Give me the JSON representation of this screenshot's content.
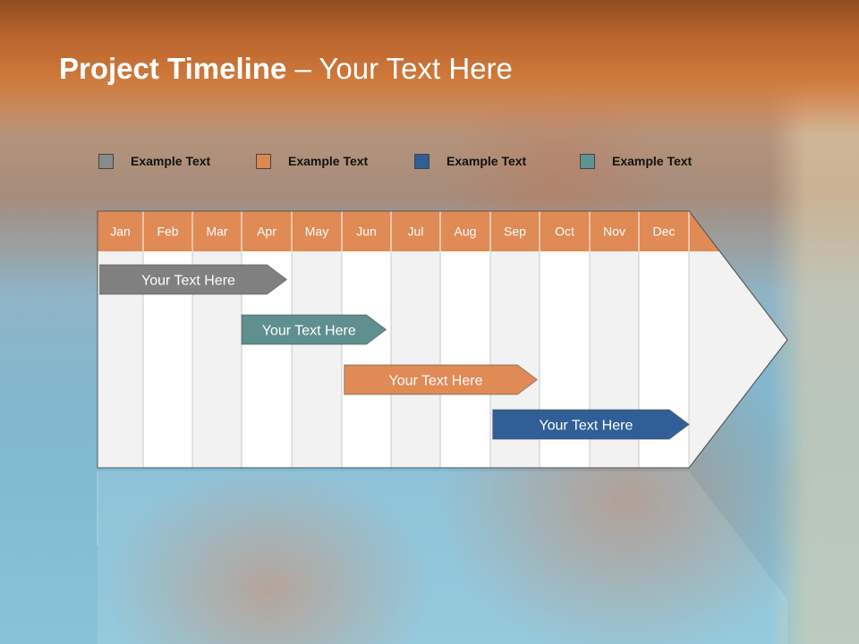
{
  "title": {
    "bold": "Project Timeline",
    "rest": " – Your Text Here"
  },
  "colors": {
    "header": "#c8702f",
    "month_band": "#e08a55",
    "gray": "#808080",
    "orange": "#e08a55",
    "blue": "#2f5f96",
    "teal": "#5f8f8f"
  },
  "legend": [
    {
      "label": "Example Text",
      "color": "#8a8a8a"
    },
    {
      "label": "Example Text",
      "color": "#e0864f"
    },
    {
      "label": "Example Text",
      "color": "#2f5f96"
    },
    {
      "label": "Example Text",
      "color": "#5f9393"
    }
  ],
  "chart_data": {
    "type": "gantt",
    "months": [
      "Jan",
      "Feb",
      "Mar",
      "Apr",
      "May",
      "Jun",
      "Jul",
      "Aug",
      "Sep",
      "Oct",
      "Nov",
      "Dec"
    ],
    "bars": [
      {
        "label": "Your  Text Here",
        "start": 0.05,
        "end": 3.9,
        "color": "#808080"
      },
      {
        "label": "Your  Text Here",
        "start": 3.0,
        "end": 5.9,
        "color": "#5f8f8f"
      },
      {
        "label": "Your  Text Here",
        "start": 5.05,
        "end": 8.95,
        "color": "#e08a55"
      },
      {
        "label": "Your  Text Here",
        "start": 8.05,
        "end": 12.0,
        "color": "#2f5f96"
      }
    ]
  }
}
